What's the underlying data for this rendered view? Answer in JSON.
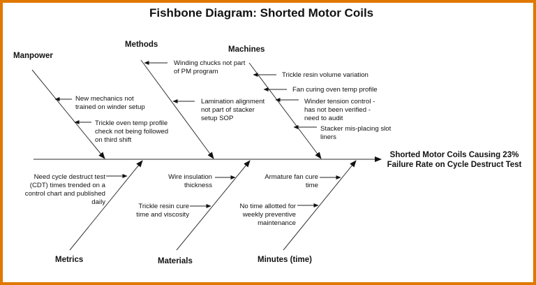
{
  "title": "Fishbone Diagram:  Shorted Motor Coils",
  "effect": "Shorted Motor Coils Causing 23%\nFailure Rate on Cycle Destruct Test",
  "colors": {
    "border": "#e07800",
    "line": "#333333",
    "text": "#111111"
  },
  "categories": {
    "manpower": {
      "label": "Manpower",
      "causes": [
        "New mechanics not\ntrained on winder setup",
        "Trickle oven temp profile\ncheck not being followed\non third shift"
      ]
    },
    "methods": {
      "label": "Methods",
      "causes": [
        "Winding chucks not part\nof PM program",
        "Lamination alignment\nnot part of stacker\nsetup SOP"
      ]
    },
    "machines": {
      "label": "Machines",
      "causes": [
        "Trickle resin volume variation",
        "Fan curing oven temp profile",
        "Winder tension control -\nhas not been verified -\nneed to audit",
        "Stacker mis-placing slot\nliners"
      ]
    },
    "metrics": {
      "label": "Metrics",
      "causes": [
        "Need cycle destruct test\n(CDT) times trended on a\ncontrol chart and published\ndaily"
      ]
    },
    "materials": {
      "label": "Materials",
      "causes": [
        "Wire insulation\nthickness",
        "Trickle resin cure\ntime and viscosity"
      ]
    },
    "minutes": {
      "label": "Minutes (time)",
      "causes": [
        "Armature fan cure\ntime",
        "No time allotted for\nweekly preventive\nmaintenance"
      ]
    }
  }
}
